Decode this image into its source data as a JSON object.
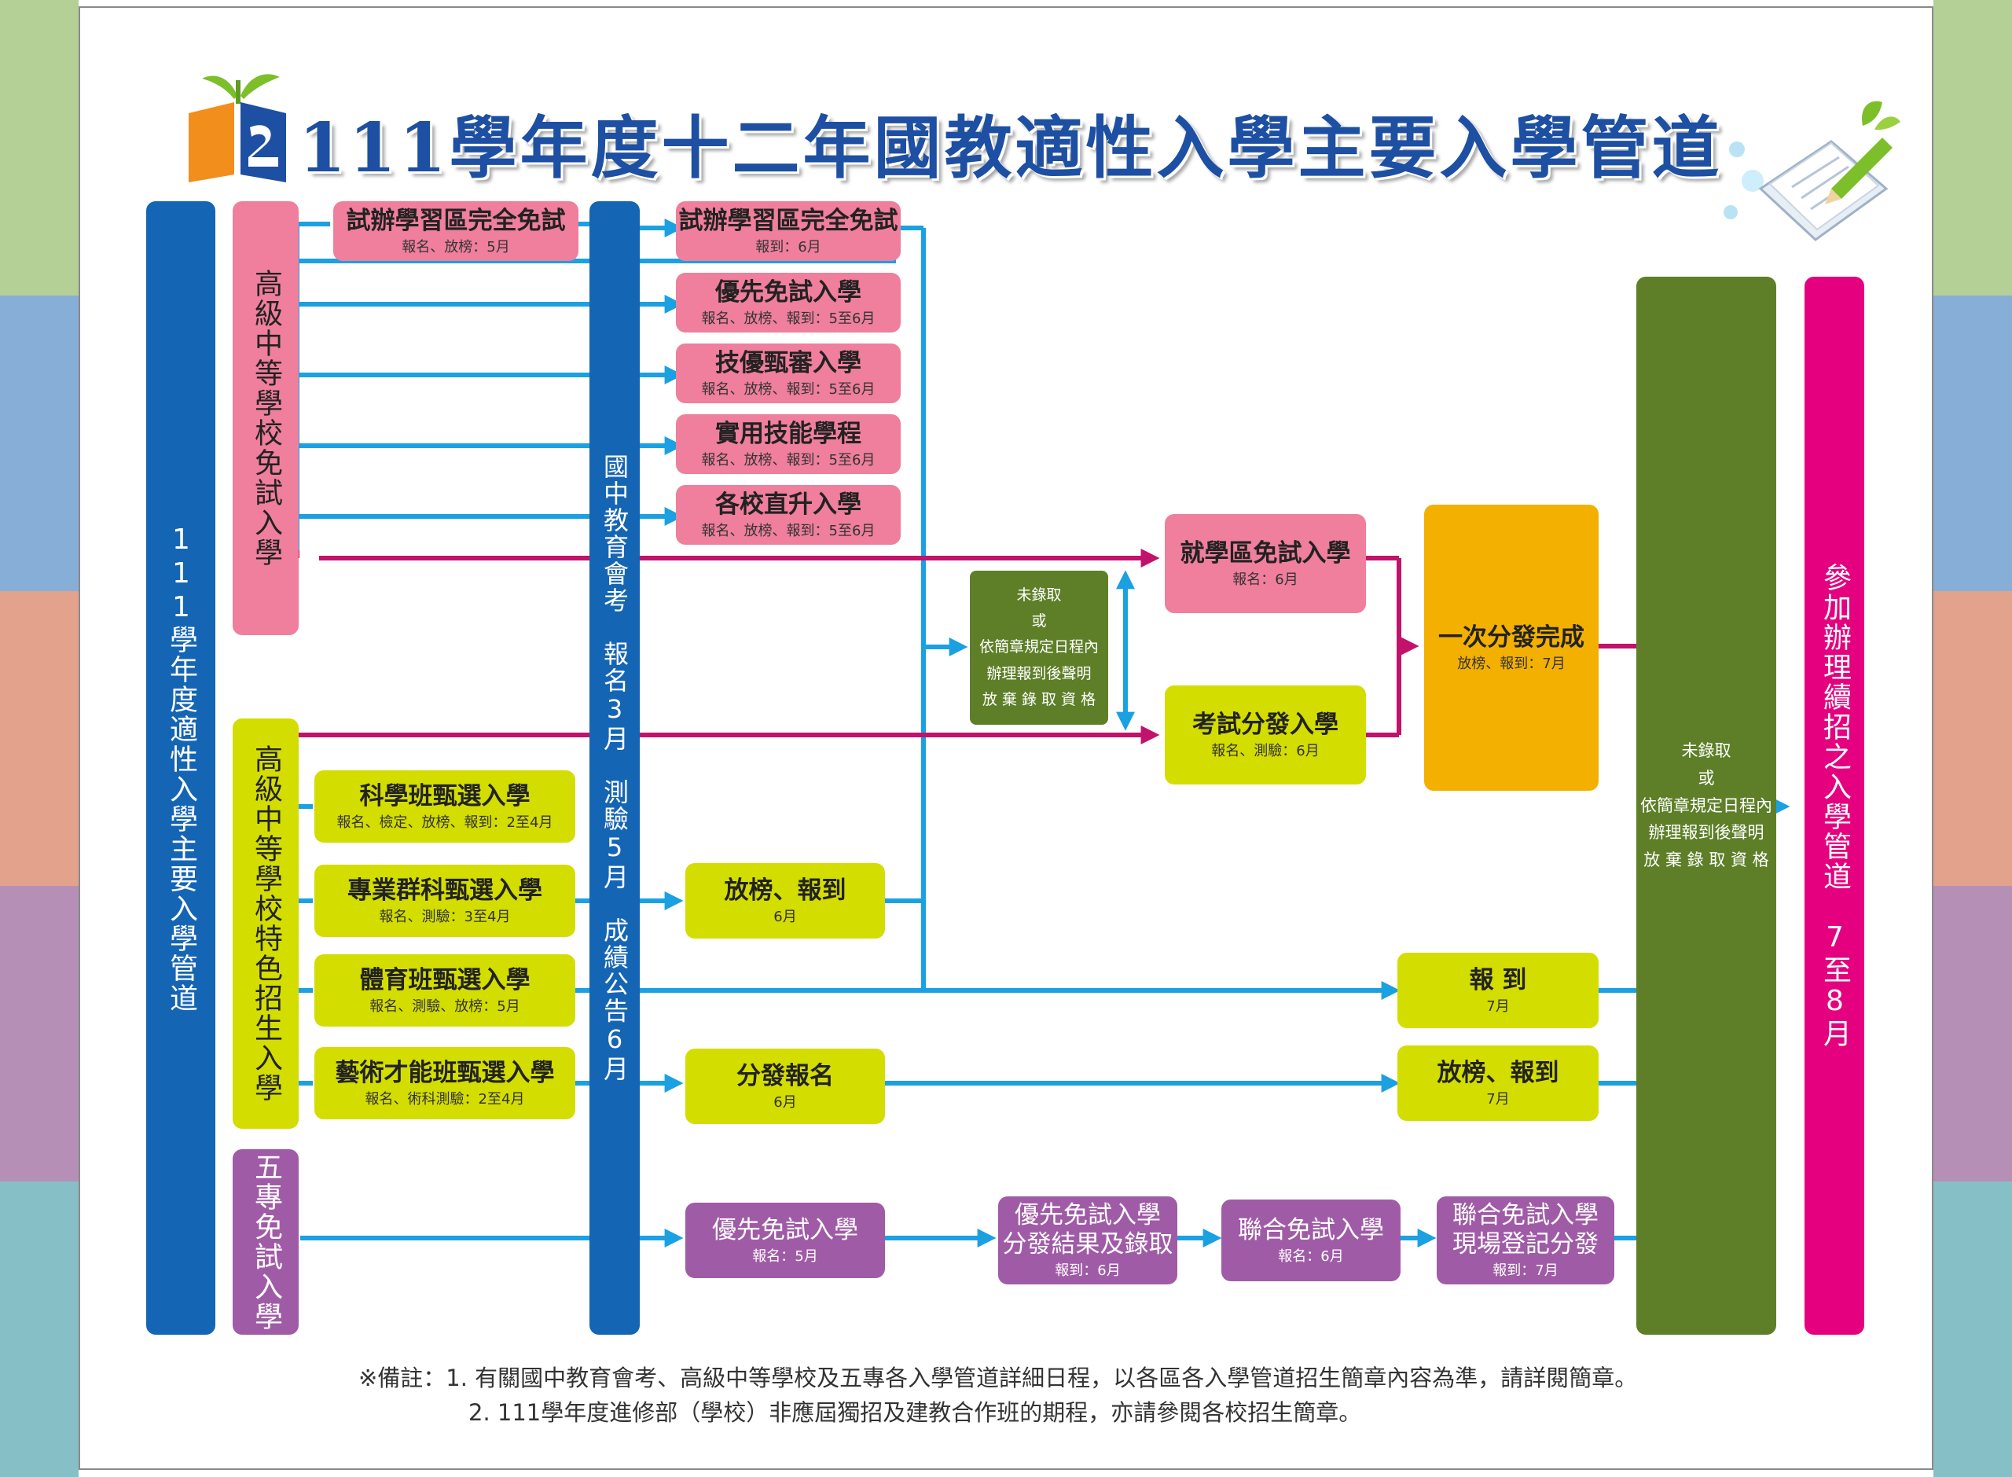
{
  "title": "111學年度十二年國教適性入學主要入學管道",
  "left_column": "111學年度適性入學主要入學管道",
  "exam_column": "國中教育會考　報名3月　測驗5月　成績公告6月",
  "right_column": "參加辦理續招之入學管道　7至8月",
  "group_hs_free": "高級中等學校免試入學",
  "group_hs_special": "高級中等學校特色招生入學",
  "group_junior_college": "五專免試入學",
  "boxes": {
    "pre_trial": {
      "title": "試辦學習區完全免試",
      "sub": "報名、放榜：5月"
    },
    "trial_reg": {
      "title": "試辦學習區完全免試",
      "sub": "報到：6月"
    },
    "priority": {
      "title": "優先免試入學",
      "sub": "報名、放榜、報到：5至6月"
    },
    "skill": {
      "title": "技優甄審入學",
      "sub": "報名、放榜、報到：5至6月"
    },
    "practical": {
      "title": "實用技能學程",
      "sub": "報名、放榜、報到：5至6月"
    },
    "direct": {
      "title": "各校直升入學",
      "sub": "報名、放榜、報到：5至6月"
    },
    "district": {
      "title": "就學區免試入學",
      "sub": "報名：6月"
    },
    "exam_dist": {
      "title": "考試分發入學",
      "sub": "報名、測驗：6月"
    },
    "one_time": {
      "title": "一次分發完成",
      "sub": "放榜、報到：7月"
    },
    "science": {
      "title": "科學班甄選入學",
      "sub": "報名、檢定、放榜、報到：2至4月"
    },
    "professional": {
      "title": "專業群科甄選入學",
      "sub": "報名、測驗：3至4月"
    },
    "sports": {
      "title": "體育班甄選入學",
      "sub": "報名、測驗、放榜：5月"
    },
    "arts": {
      "title": "藝術才能班甄選入學",
      "sub": "報名、術科測驗：2至4月"
    },
    "prof_result": {
      "title": "放榜、報到",
      "sub": "6月"
    },
    "arts_reg": {
      "title": "分發報名",
      "sub": "6月"
    },
    "sports_report": {
      "title": "報 到",
      "sub": "7月"
    },
    "arts_result": {
      "title": "放榜、報到",
      "sub": "7月"
    },
    "jc_priority": {
      "title": "優先免試入學",
      "sub": "報名：5月"
    },
    "jc_priority_result": {
      "title1": "優先免試入學",
      "title2": "分發結果及錄取",
      "sub": "報到：6月"
    },
    "jc_joint": {
      "title": "聯合免試入學",
      "sub": "報名：6月"
    },
    "jc_onsite": {
      "title1": "聯合免試入學",
      "title2": "現場登記分發",
      "sub": "報到：7月"
    }
  },
  "not_admitted_small": [
    "未錄取",
    "或",
    "依簡章規定日程內",
    "辦理報到後聲明",
    "放 棄 錄 取 資 格"
  ],
  "not_admitted_big": [
    "未錄取",
    "或",
    "依簡章規定日程內",
    "辦理報到後聲明",
    "放 棄 錄 取 資 格"
  ],
  "notes": [
    "※備註：1. 有關國中教育會考、高級中等學校及五專各入學管道詳細日程，以各區各入學管道招生簡章內容為準，請詳閱簡章。",
    "2. 111學年度進修部（學校）非應屆獨招及建教合作班的期程，亦請參閱各校招生簡章。"
  ],
  "colors": {
    "blue_dark": "#1565b5",
    "arrow_blue": "#1ba0e2",
    "arrow_magenta": "#c2126b",
    "pink": "#ef7f9c",
    "lime": "#d3dd00",
    "purple": "#a05ba7",
    "orange": "#f3b000",
    "green": "#5e7f28",
    "magenta_col": "#e4007f"
  },
  "side_stripes": [
    "#b4d096",
    "#86aed6",
    "#e2a28c",
    "#b58fb6",
    "#86bfc6"
  ]
}
